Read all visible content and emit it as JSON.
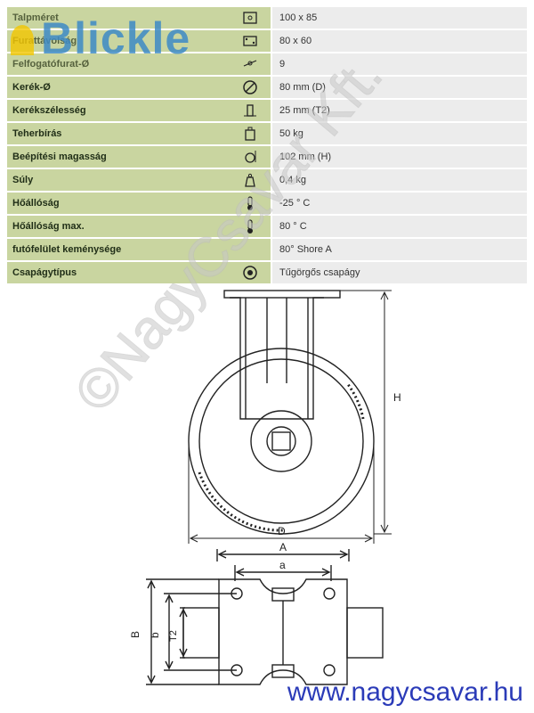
{
  "brand": {
    "logo_text": "Blickle"
  },
  "specs": [
    {
      "label": "Talpméret",
      "value": "100 x 85",
      "icon": "plate-size-icon"
    },
    {
      "label": "Furattávolság",
      "value": "80 x 60",
      "icon": "bolt-hole-spacing-icon"
    },
    {
      "label": "Felfogatófurat-Ø",
      "value": "9",
      "icon": "bolt-hole-diameter-icon"
    },
    {
      "label": "Kerék-Ø",
      "value": "80 mm (D)",
      "icon": "wheel-diameter-icon"
    },
    {
      "label": "Kerékszélesség",
      "value": "25 mm (T2)",
      "icon": "wheel-width-icon"
    },
    {
      "label": "Teherbírás",
      "value": "50 kg",
      "icon": "load-capacity-icon"
    },
    {
      "label": "Beépítési magasság",
      "value": "102 mm (H)",
      "icon": "overall-height-icon"
    },
    {
      "label": "Súly",
      "value": "0,4 kg",
      "icon": "weight-icon"
    },
    {
      "label": "Hőállóság",
      "value": "-25 ° C",
      "icon": "thermometer-icon"
    },
    {
      "label": "Hőállóság max.",
      "value": "80 ° C",
      "icon": "thermometer-icon"
    },
    {
      "label": "futófelület keménysége",
      "value": "80° Shore A",
      "icon": ""
    },
    {
      "label": "Csapágytípus",
      "value": "Tűgörgős csapágy",
      "icon": "bearing-icon"
    }
  ],
  "drawing": {
    "labels": {
      "H": "H",
      "D": "D",
      "A": "A",
      "a": "a",
      "B": "B",
      "b": "b",
      "T2": "T2"
    }
  },
  "watermark": "©NagyCsavar Kft.",
  "footer_url": "www.nagycsavar.hu"
}
